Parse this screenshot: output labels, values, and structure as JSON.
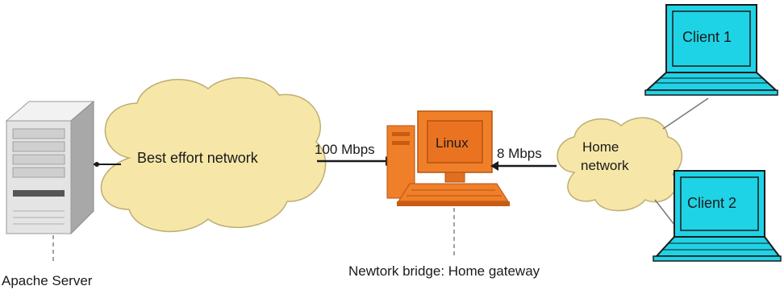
{
  "diagram": {
    "server": {
      "label": "Apache Server"
    },
    "cloud_wan": {
      "label": "Best effort network"
    },
    "link_wan": {
      "label": "100 Mbps"
    },
    "gateway": {
      "screen_label": "Linux",
      "caption": "Newtork bridge: Home gateway"
    },
    "link_home": {
      "label": "8 Mbps"
    },
    "cloud_home": {
      "line1": "Home",
      "line2": "network"
    },
    "client1": {
      "label": "Client 1"
    },
    "client2": {
      "label": "Client 2"
    }
  },
  "colors": {
    "cloud_fill": "#f6e7a8",
    "cloud_stroke": "#bdae72",
    "laptop_fill": "#1fd3e6",
    "laptop_stroke": "#1a1a1a",
    "gateway_fill": "#f07f2a",
    "gateway_dark": "#d36515",
    "server_light": "#e6e6e6",
    "server_dark": "#8c8c8c"
  }
}
